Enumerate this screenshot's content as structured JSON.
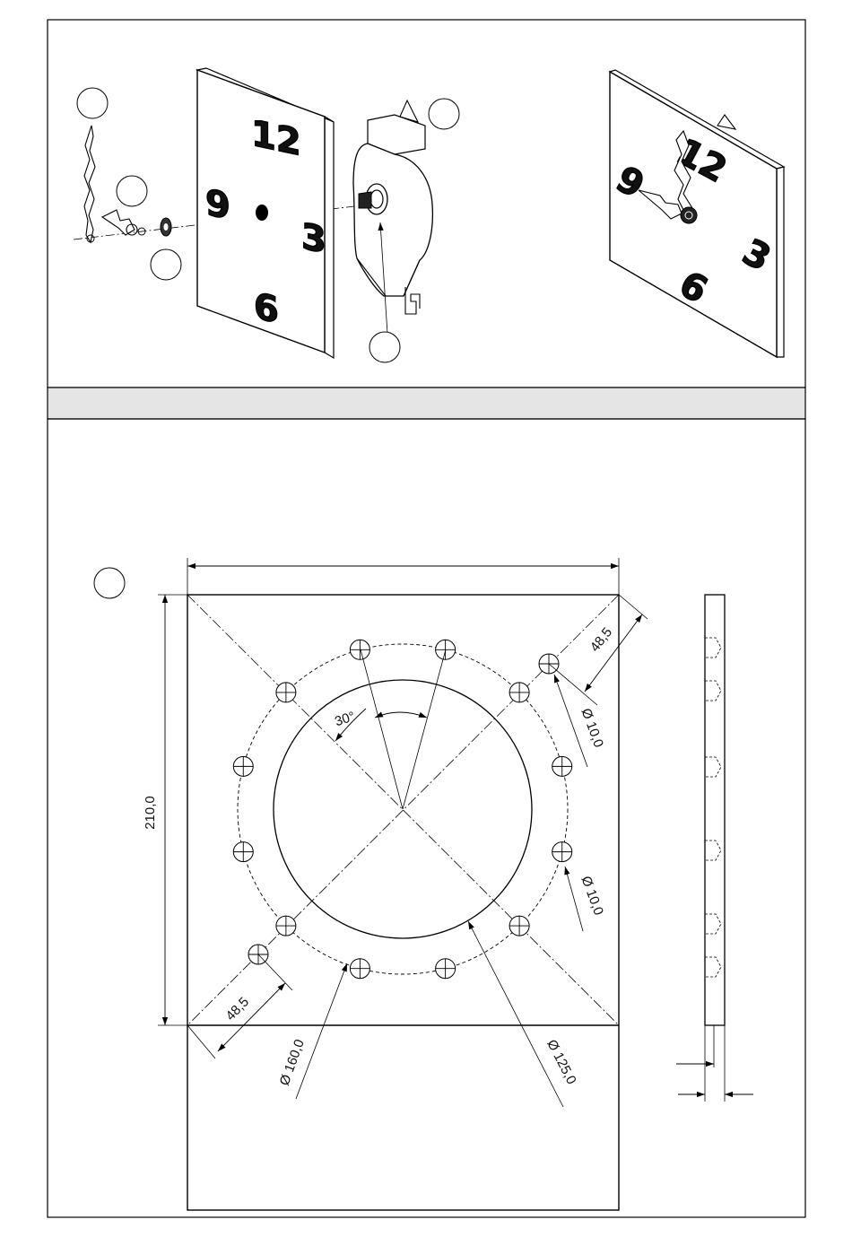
{
  "assembly": {
    "callouts": [
      "",
      "",
      "",
      "",
      ""
    ],
    "dial_numerals": {
      "twelve": "12",
      "three": "3",
      "six": "6",
      "nine": "9"
    }
  },
  "section_header": {
    "text": ""
  },
  "drawing": {
    "callout": "",
    "dimensions": {
      "height": "210,0",
      "diag_top": "48,5",
      "diag_bottom": "48,5",
      "hole_top": "Ø 10,0",
      "hole_right": "Ø 10,0",
      "bolt_circle": "Ø 160,0",
      "center_circle": "Ø 125,0",
      "angle": "30°"
    }
  }
}
